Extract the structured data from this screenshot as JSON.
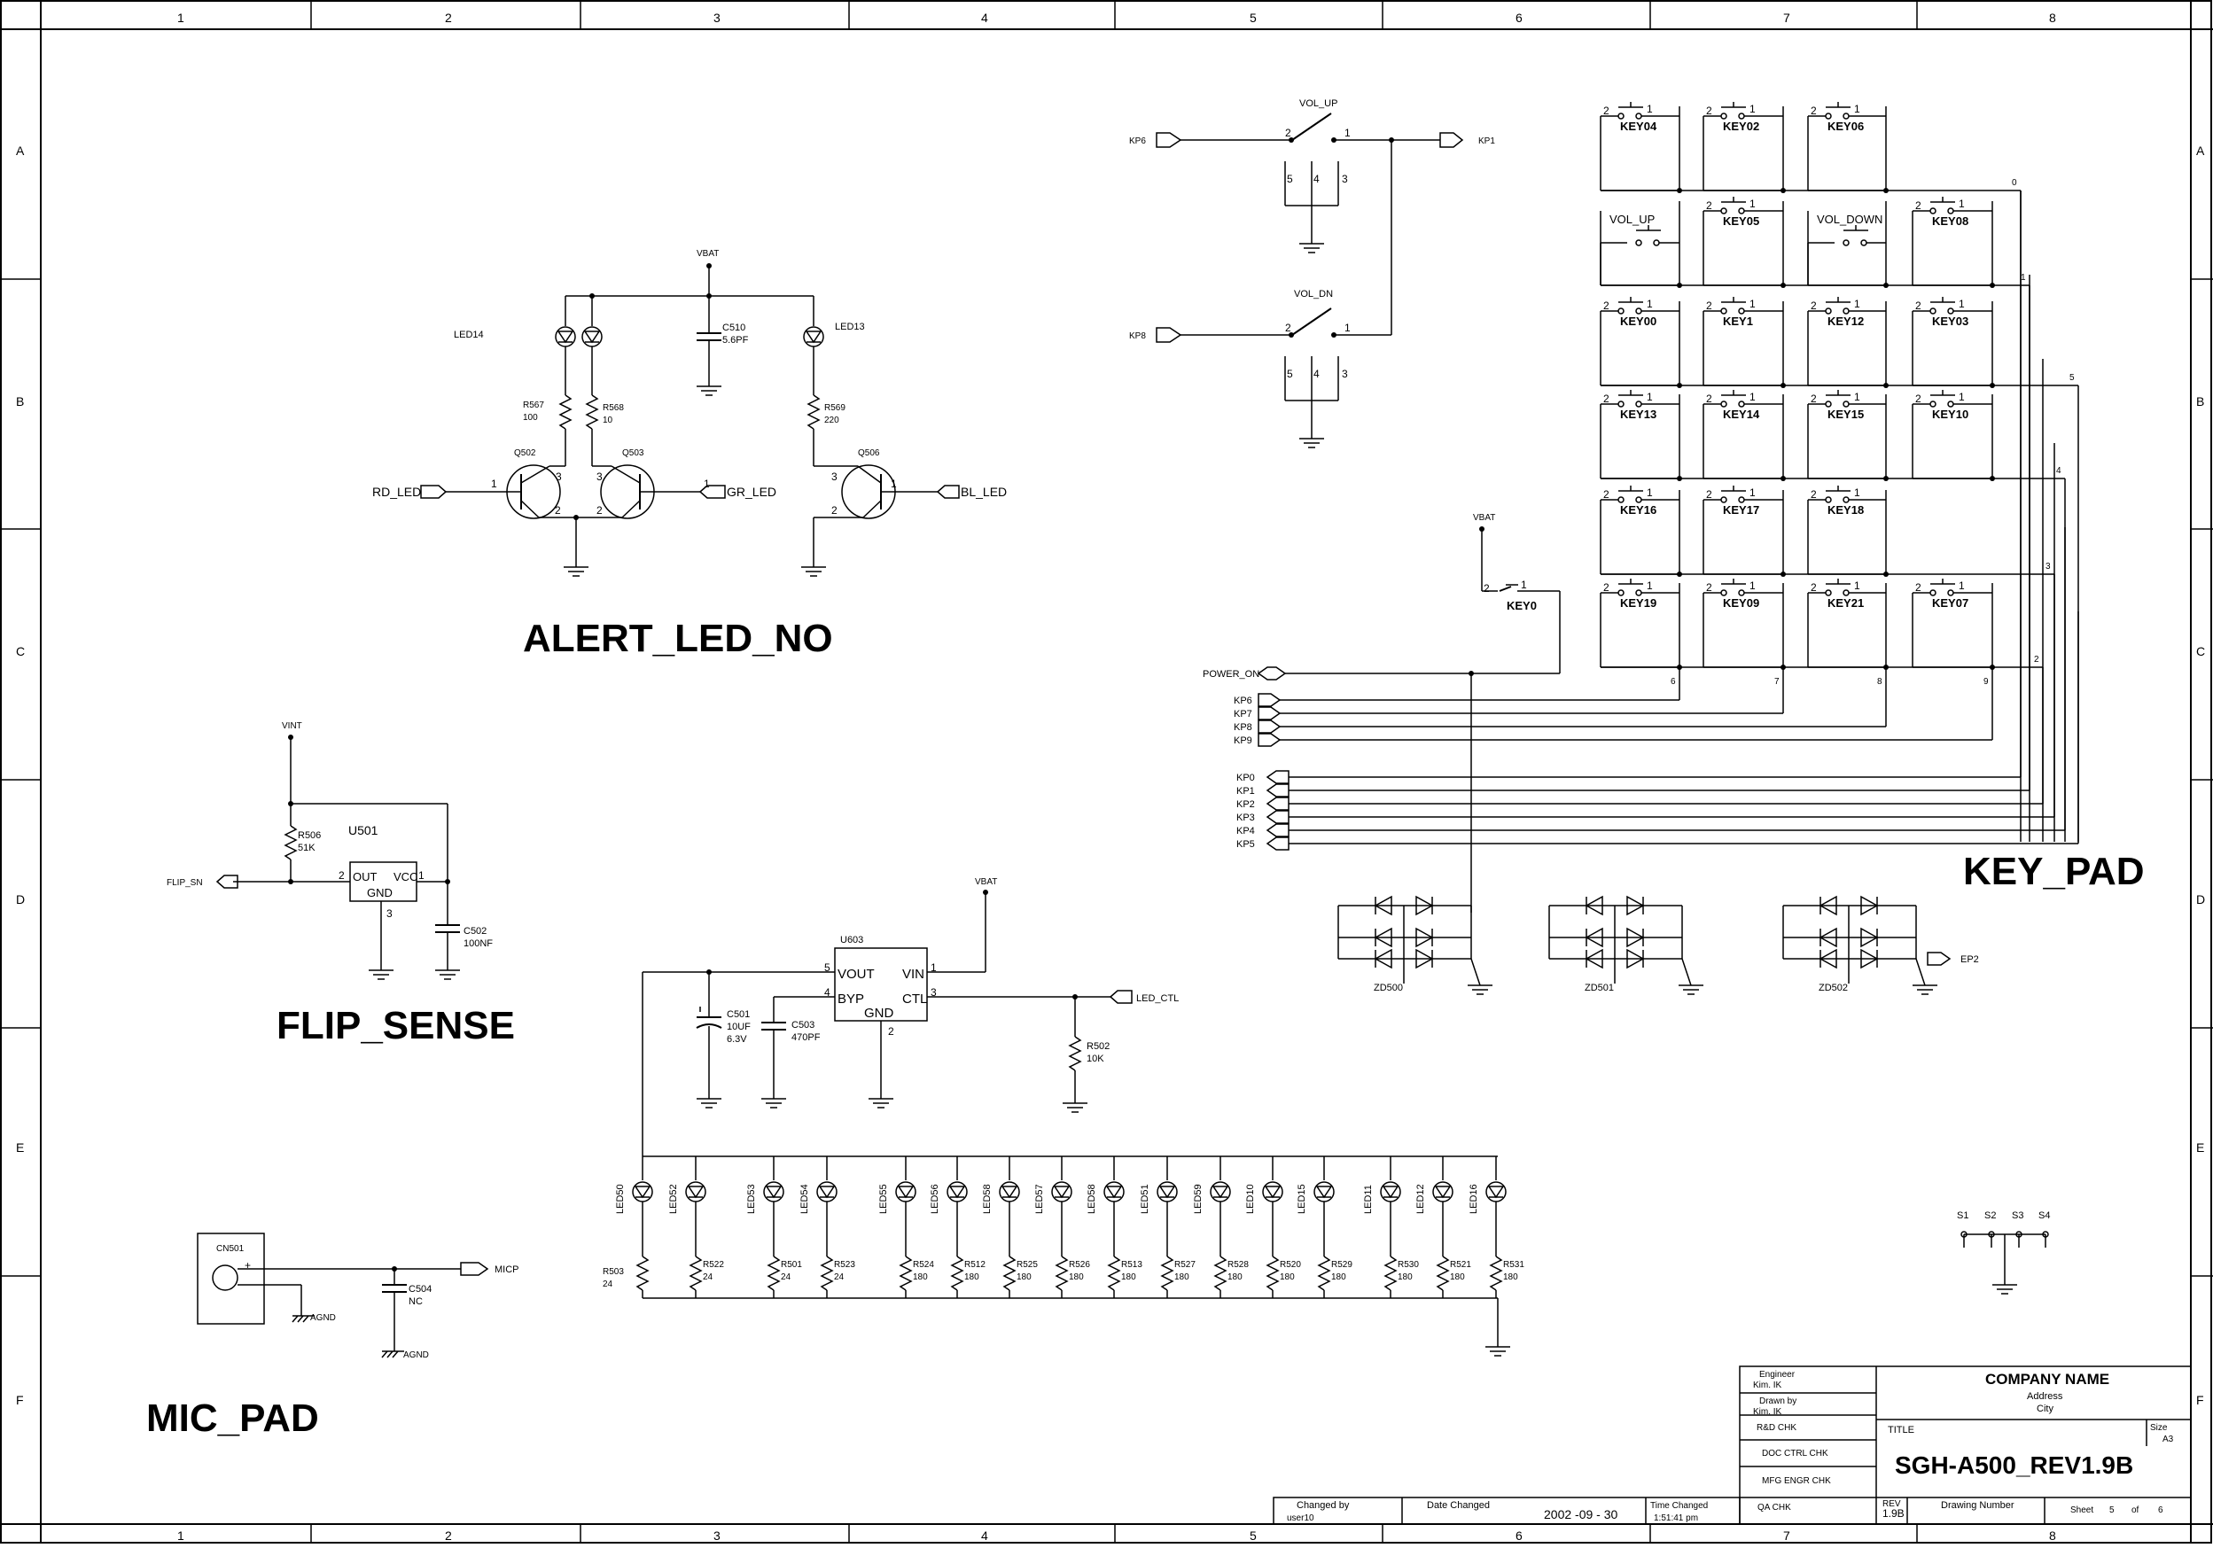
{
  "frame": {
    "col_labels": [
      "1",
      "2",
      "3",
      "4",
      "5",
      "6",
      "7",
      "8"
    ],
    "row_labels": [
      "A",
      "B",
      "C",
      "D",
      "E",
      "F"
    ]
  },
  "sections": {
    "alert_led": "ALERT_LED_NO",
    "flip_sense": "FLIP_SENSE",
    "key_pad": "KEY_PAD",
    "mic_pad": "MIC_PAD"
  },
  "alert_led": {
    "vbat": "VBAT",
    "led14": "LED14",
    "led13": "LED13",
    "c510": "C510",
    "c510_val": "5.6PF",
    "r567": "R567",
    "r567_val": "100",
    "r568": "R568",
    "r568_val": "10",
    "r569": "R569",
    "r569_val": "220",
    "q502": "Q502",
    "q503": "Q503",
    "q506": "Q506",
    "rd_led": "RD_LED",
    "gr_led": "GR_LED",
    "bl_led": "BL_LED"
  },
  "flip": {
    "vint": "VINT",
    "r506": "R506",
    "r506_val": "51K",
    "u501": "U501",
    "flip_sn": "FLIP_SN",
    "pin_out": "OUT",
    "pin_vcc": "VCC",
    "pin_gnd": "GND",
    "c502": "C502",
    "c502_val": "100NF"
  },
  "regulator": {
    "u603": "U603",
    "vbat": "VBAT",
    "vout": "VOUT",
    "vin": "VIN",
    "byp": "BYP",
    "ctl": "CTL",
    "gnd": "GND",
    "c501": "C501",
    "c501_val1": "10UF",
    "c501_val2": "6.3V",
    "c503": "C503",
    "c503_val": "470PF",
    "r502": "R502",
    "r502_val": "10K",
    "led_ctl": "LED_CTL"
  },
  "led_array": [
    {
      "led": "LED50",
      "r": "R503",
      "v": "24"
    },
    {
      "led": "LED52",
      "r": "R522",
      "v": "24"
    },
    {
      "led": "LED53",
      "r": "R501",
      "v": "24"
    },
    {
      "led": "LED54",
      "r": "R523",
      "v": "24"
    },
    {
      "led": "LED55",
      "r": "R524",
      "v": "180"
    },
    {
      "led": "LED56",
      "r": "R512",
      "v": "180"
    },
    {
      "led": "LED58",
      "r": "R525",
      "v": "180"
    },
    {
      "led": "LED57",
      "r": "R526",
      "v": "180"
    },
    {
      "led": "LED58",
      "r": "R513",
      "v": "180"
    },
    {
      "led": "LED51",
      "r": "R527",
      "v": "180"
    },
    {
      "led": "LED59",
      "r": "R528",
      "v": "180"
    },
    {
      "led": "LED10",
      "r": "R520",
      "v": "180"
    },
    {
      "led": "LED15",
      "r": "R529",
      "v": "180"
    },
    {
      "led": "LED11",
      "r": "R530",
      "v": "180"
    },
    {
      "led": "LED12",
      "r": "R521",
      "v": "180"
    },
    {
      "led": "LED16",
      "r": "R531",
      "v": "180"
    }
  ],
  "volume": {
    "vol_up": "VOL_UP",
    "vol_dn": "VOL_DN",
    "kp6": "KP6",
    "kp1": "KP1",
    "kp8": "KP8"
  },
  "keypad": {
    "rows": [
      [
        "KEY04",
        "KEY02",
        "KEY06",
        ""
      ],
      [
        "VOL_UP",
        "KEY05",
        "VOL_DOWN",
        "KEY08"
      ],
      [
        "KEY00",
        "KEY1",
        "KEY12",
        "KEY03"
      ],
      [
        "KEY13",
        "KEY14",
        "KEY15",
        "KEY10"
      ],
      [
        "KEY16",
        "KEY17",
        "KEY18",
        ""
      ],
      [
        "KEY19",
        "KEY09",
        "KEY21",
        "KEY07"
      ]
    ],
    "vbat": "VBAT",
    "key_pwr": "KEY0",
    "power_on": "POWER_ON",
    "kp_in": [
      "KP6",
      "KP7",
      "KP8",
      "KP9"
    ],
    "kp_out": [
      "KP0",
      "KP1",
      "KP2",
      "KP3",
      "KP4",
      "KP5"
    ],
    "col_nums": [
      "6",
      "7",
      "8",
      "9"
    ],
    "row_nums": [
      "0",
      "1",
      "5",
      "4",
      "3",
      "2"
    ],
    "zd": [
      "ZD500",
      "ZD501",
      "ZD502"
    ],
    "ep": "EP2"
  },
  "mic": {
    "cn501": "CN501",
    "c504": "C504",
    "c504_val": "NC",
    "agnd": "AGND",
    "mic_p": "MICP"
  },
  "screws": [
    "S1",
    "S2",
    "S3",
    "S4"
  ],
  "title_block": {
    "engineer": "Engineer",
    "engineer_name": "Kim. IK",
    "drawn_by": "Drawn by",
    "drawn_name": "Kim. IK",
    "rd_chk": "R&D CHK",
    "doc_ctrl": "DOC CTRL CHK",
    "mfg_engr": "MFG ENGR CHK",
    "qa_chk": "QA CHK",
    "company": "COMPANY NAME",
    "address": "Address",
    "city": "City",
    "title_label": "TITLE",
    "title": "SGH-A500_REV1.9B",
    "size_label": "Size",
    "size": "A3",
    "rev_label": "REV",
    "rev": "1.9B",
    "drawing_number": "Drawing Number",
    "sheet_label": "Sheet",
    "sheet": "5",
    "of_label": "of",
    "total": "6",
    "changed_by": "Changed by",
    "changed_user": "user10",
    "date_changed": "Date Changed",
    "date": "2002 -09 - 30",
    "time_changed": "Time Changed",
    "time": "1:51:41 pm"
  }
}
